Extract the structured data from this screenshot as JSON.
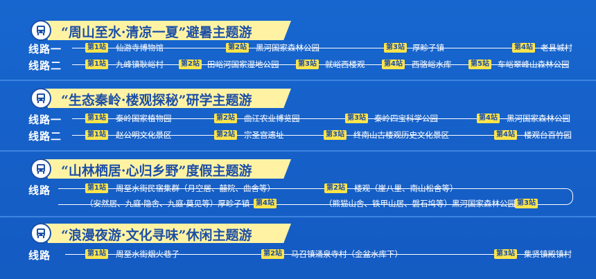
{
  "sections": [
    {
      "title": "“周山至水·清凉一夏”避暑主题游",
      "routes": [
        {
          "label": "线路一",
          "stops": [
            {
              "badge": "第1站",
              "name": "仙游寺博物馆"
            },
            {
              "badge": "第2站",
              "name": "黑河国家森林公园"
            },
            {
              "badge": "第3站",
              "name": "厚畛子镇"
            },
            {
              "badge": "第4站",
              "name": "老县城村"
            }
          ]
        },
        {
          "label": "线路二",
          "stops": [
            {
              "badge": "第1站",
              "name": "九峰镇耿峪村"
            },
            {
              "badge": "第2站",
              "name": "田峪河国家湿地公园"
            },
            {
              "badge": "第3站",
              "name": "就峪西楼观"
            },
            {
              "badge": "第4站",
              "name": "西骆峪水库"
            },
            {
              "badge": "第5站",
              "name": "车峪翠峰山森林公园"
            }
          ]
        }
      ]
    },
    {
      "title": "“生态秦岭·楼观探秘”研学主题游",
      "routes": [
        {
          "label": "线路一",
          "stops": [
            {
              "badge": "第1站",
              "name": "秦岭国家植物园"
            },
            {
              "badge": "第2站",
              "name": "曲江农业博览园"
            },
            {
              "badge": "第3站",
              "name": "秦岭四宝科学公园"
            },
            {
              "badge": "第4站",
              "name": "黑河国家森林公园"
            }
          ]
        },
        {
          "label": "线路二",
          "stops": [
            {
              "badge": "第1站",
              "name": "赵公明文化景区"
            },
            {
              "badge": "第2站",
              "name": "宗圣宫遗址"
            },
            {
              "badge": "第3站",
              "name": "终南山古楼观历史文化景区"
            },
            {
              "badge": "第4站",
              "name": "楼观台百竹园"
            }
          ]
        }
      ]
    },
    {
      "title": "“山林栖居·心归乡野”度假主题游",
      "routes": [
        {
          "label": "线路",
          "stops": [
            {
              "badge": "第1站",
              "name": "周至水街民宿集群（月空居、囍院、曲舍等）"
            },
            {
              "badge": "第2站",
              "name": "楼观（崖八里、南山松舍等）"
            },
            {
              "badge": "第3站",
              "name": "（熊猫山舍、铁甲山居、磐石坞等）黑河国家森林公园"
            },
            {
              "badge": "第4站",
              "name": "（安然居、九庭·隐舍、九庭·莫见等）厚畛子镇"
            }
          ]
        }
      ]
    },
    {
      "title": "“浪漫夜游·文化寻味”休闲主题游",
      "routes": [
        {
          "label": "线路",
          "stops": [
            {
              "badge": "第1站",
              "name": "周至水街烟火巷子"
            },
            {
              "badge": "第2站",
              "name": "马召镇涌泉寺村（金盆水库下）"
            },
            {
              "badge": "第3站",
              "name": "集贤镇殿镇村"
            }
          ]
        }
      ]
    }
  ]
}
